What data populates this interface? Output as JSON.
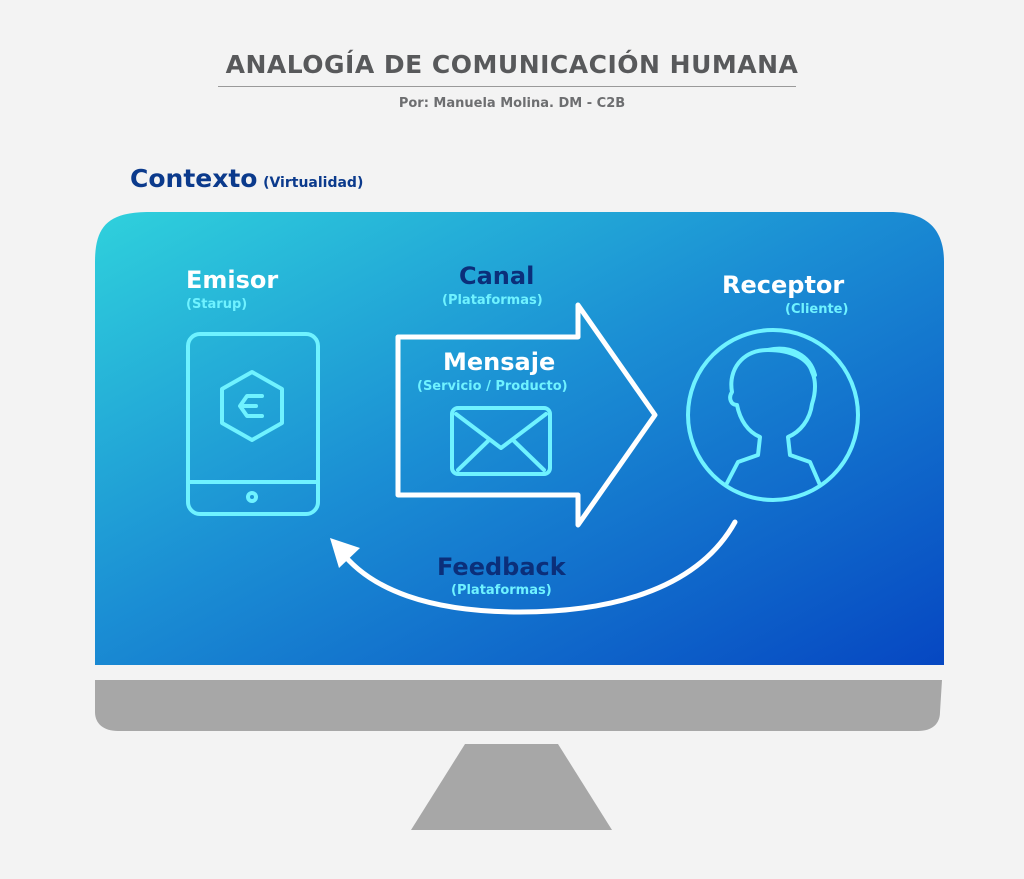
{
  "header": {
    "title": "ANALOGÍA DE COMUNICACIÓN HUMANA",
    "byline": "Por: Manuela Molina. DM - C2B"
  },
  "context": {
    "label": "Contexto",
    "sublabel": "(Virtualidad)"
  },
  "nodes": {
    "emisor": {
      "label": "Emisor",
      "sublabel": "(Starup)"
    },
    "canal": {
      "label": "Canal",
      "sublabel": "(Plataformas)"
    },
    "mensaje": {
      "label": "Mensaje",
      "sublabel": "(Servicio / Producto)"
    },
    "receptor": {
      "label": "Receptor",
      "sublabel": "(Cliente)"
    },
    "feedback": {
      "label": "Feedback",
      "sublabel": "(Plataformas)"
    }
  },
  "colors": {
    "screen_start": "#2fd1dc",
    "screen_end": "#0647c2",
    "line_cyan": "#6ff2ff",
    "dark_blue": "#0b2f7a",
    "stand_gray": "#a7a7a7"
  },
  "icons": [
    "tablet-icon",
    "hexagon-logo-icon",
    "envelope-icon",
    "person-avatar-icon",
    "arrow-icon"
  ]
}
